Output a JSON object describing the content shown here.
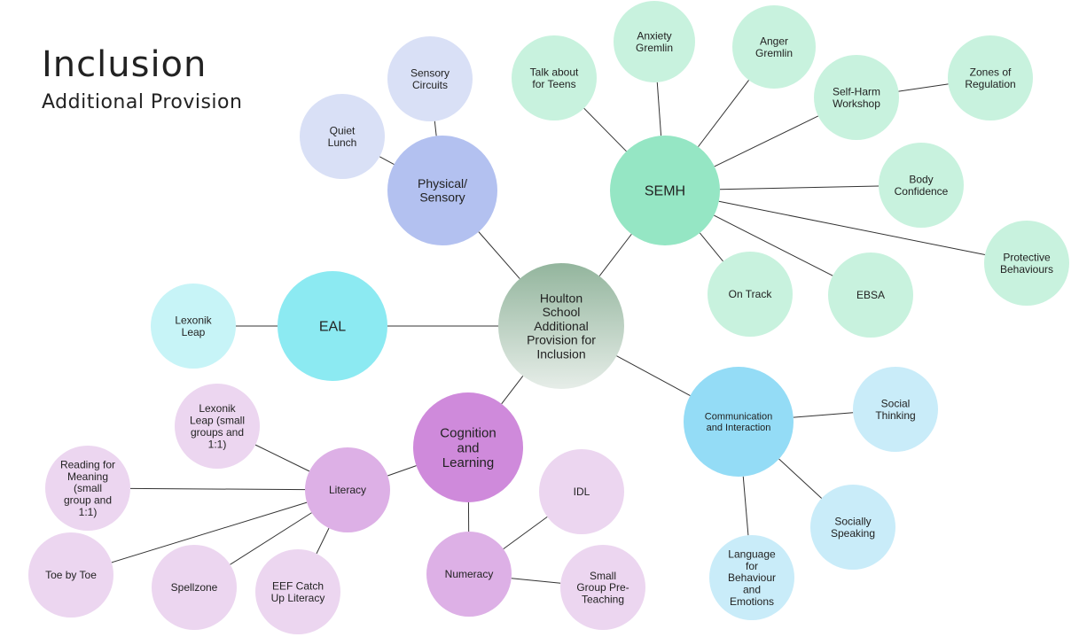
{
  "header": {
    "title": "Inclusion",
    "subtitle": "Additional Provision"
  },
  "colors": {
    "center": "#a8c4b0",
    "physical": "#b3c1f0",
    "physical_light": "#d9e0f6",
    "semh": "#95e6c4",
    "semh_light": "#c8f2de",
    "eal": "#8ceaf2",
    "eal_light": "#c7f4f7",
    "cognition": "#cf8adb",
    "cognition_mid": "#ddb0e6",
    "cognition_light": "#ecd6f0",
    "communication": "#94dcf6",
    "communication_light": "#c9ecf9",
    "line": "#333333"
  },
  "nodes": {
    "center": {
      "lines": [
        "Houlton",
        "School",
        "Additional",
        "Provision for",
        "Inclusion"
      ]
    },
    "physical": {
      "lines": [
        "Physical/",
        "Sensory"
      ]
    },
    "sensory_circuits": {
      "lines": [
        "Sensory",
        "Circuits"
      ]
    },
    "quiet_lunch": {
      "lines": [
        "Quiet",
        "Lunch"
      ]
    },
    "semh": {
      "lines": [
        "SEMH"
      ]
    },
    "talk_about_teens": {
      "lines": [
        "Talk about",
        "for Teens"
      ]
    },
    "anxiety_gremlin": {
      "lines": [
        "Anxiety",
        "Gremlin"
      ]
    },
    "anger_gremlin": {
      "lines": [
        "Anger",
        "Gremlin"
      ]
    },
    "self_harm": {
      "lines": [
        "Self-Harm",
        "Workshop"
      ]
    },
    "zones": {
      "lines": [
        "Zones of",
        "Regulation"
      ]
    },
    "body_confidence": {
      "lines": [
        "Body",
        "Confidence"
      ]
    },
    "protective": {
      "lines": [
        "Protective",
        "Behaviours"
      ]
    },
    "ebsa": {
      "lines": [
        "EBSA"
      ]
    },
    "on_track": {
      "lines": [
        "On Track"
      ]
    },
    "eal": {
      "lines": [
        "EAL"
      ]
    },
    "lexonik_leap_eal": {
      "lines": [
        "Lexonik",
        "Leap"
      ]
    },
    "cognition": {
      "lines": [
        "Cognition",
        "and",
        "Learning"
      ]
    },
    "literacy": {
      "lines": [
        "Literacy"
      ]
    },
    "numeracy": {
      "lines": [
        "Numeracy"
      ]
    },
    "lexonik_small": {
      "lines": [
        "Lexonik",
        "Leap (small",
        "groups and",
        "1:1)"
      ]
    },
    "reading_meaning": {
      "lines": [
        "Reading for",
        "Meaning",
        "(small",
        "group and",
        "1:1)"
      ]
    },
    "toe_by_toe": {
      "lines": [
        "Toe by Toe"
      ]
    },
    "spellzone": {
      "lines": [
        "Spellzone"
      ]
    },
    "eef_catch_up": {
      "lines": [
        "EEF Catch",
        "Up Literacy"
      ]
    },
    "idl": {
      "lines": [
        "IDL"
      ]
    },
    "small_group_pre": {
      "lines": [
        "Small",
        "Group Pre-",
        "Teaching"
      ]
    },
    "communication": {
      "lines": [
        "Communication",
        "and Interaction"
      ]
    },
    "social_thinking": {
      "lines": [
        "Social",
        "Thinking"
      ]
    },
    "socially_speaking": {
      "lines": [
        "Socially",
        "Speaking"
      ]
    },
    "language_behaviour": {
      "lines": [
        "Language",
        "for",
        "Behaviour",
        "and",
        "Emotions"
      ]
    }
  }
}
